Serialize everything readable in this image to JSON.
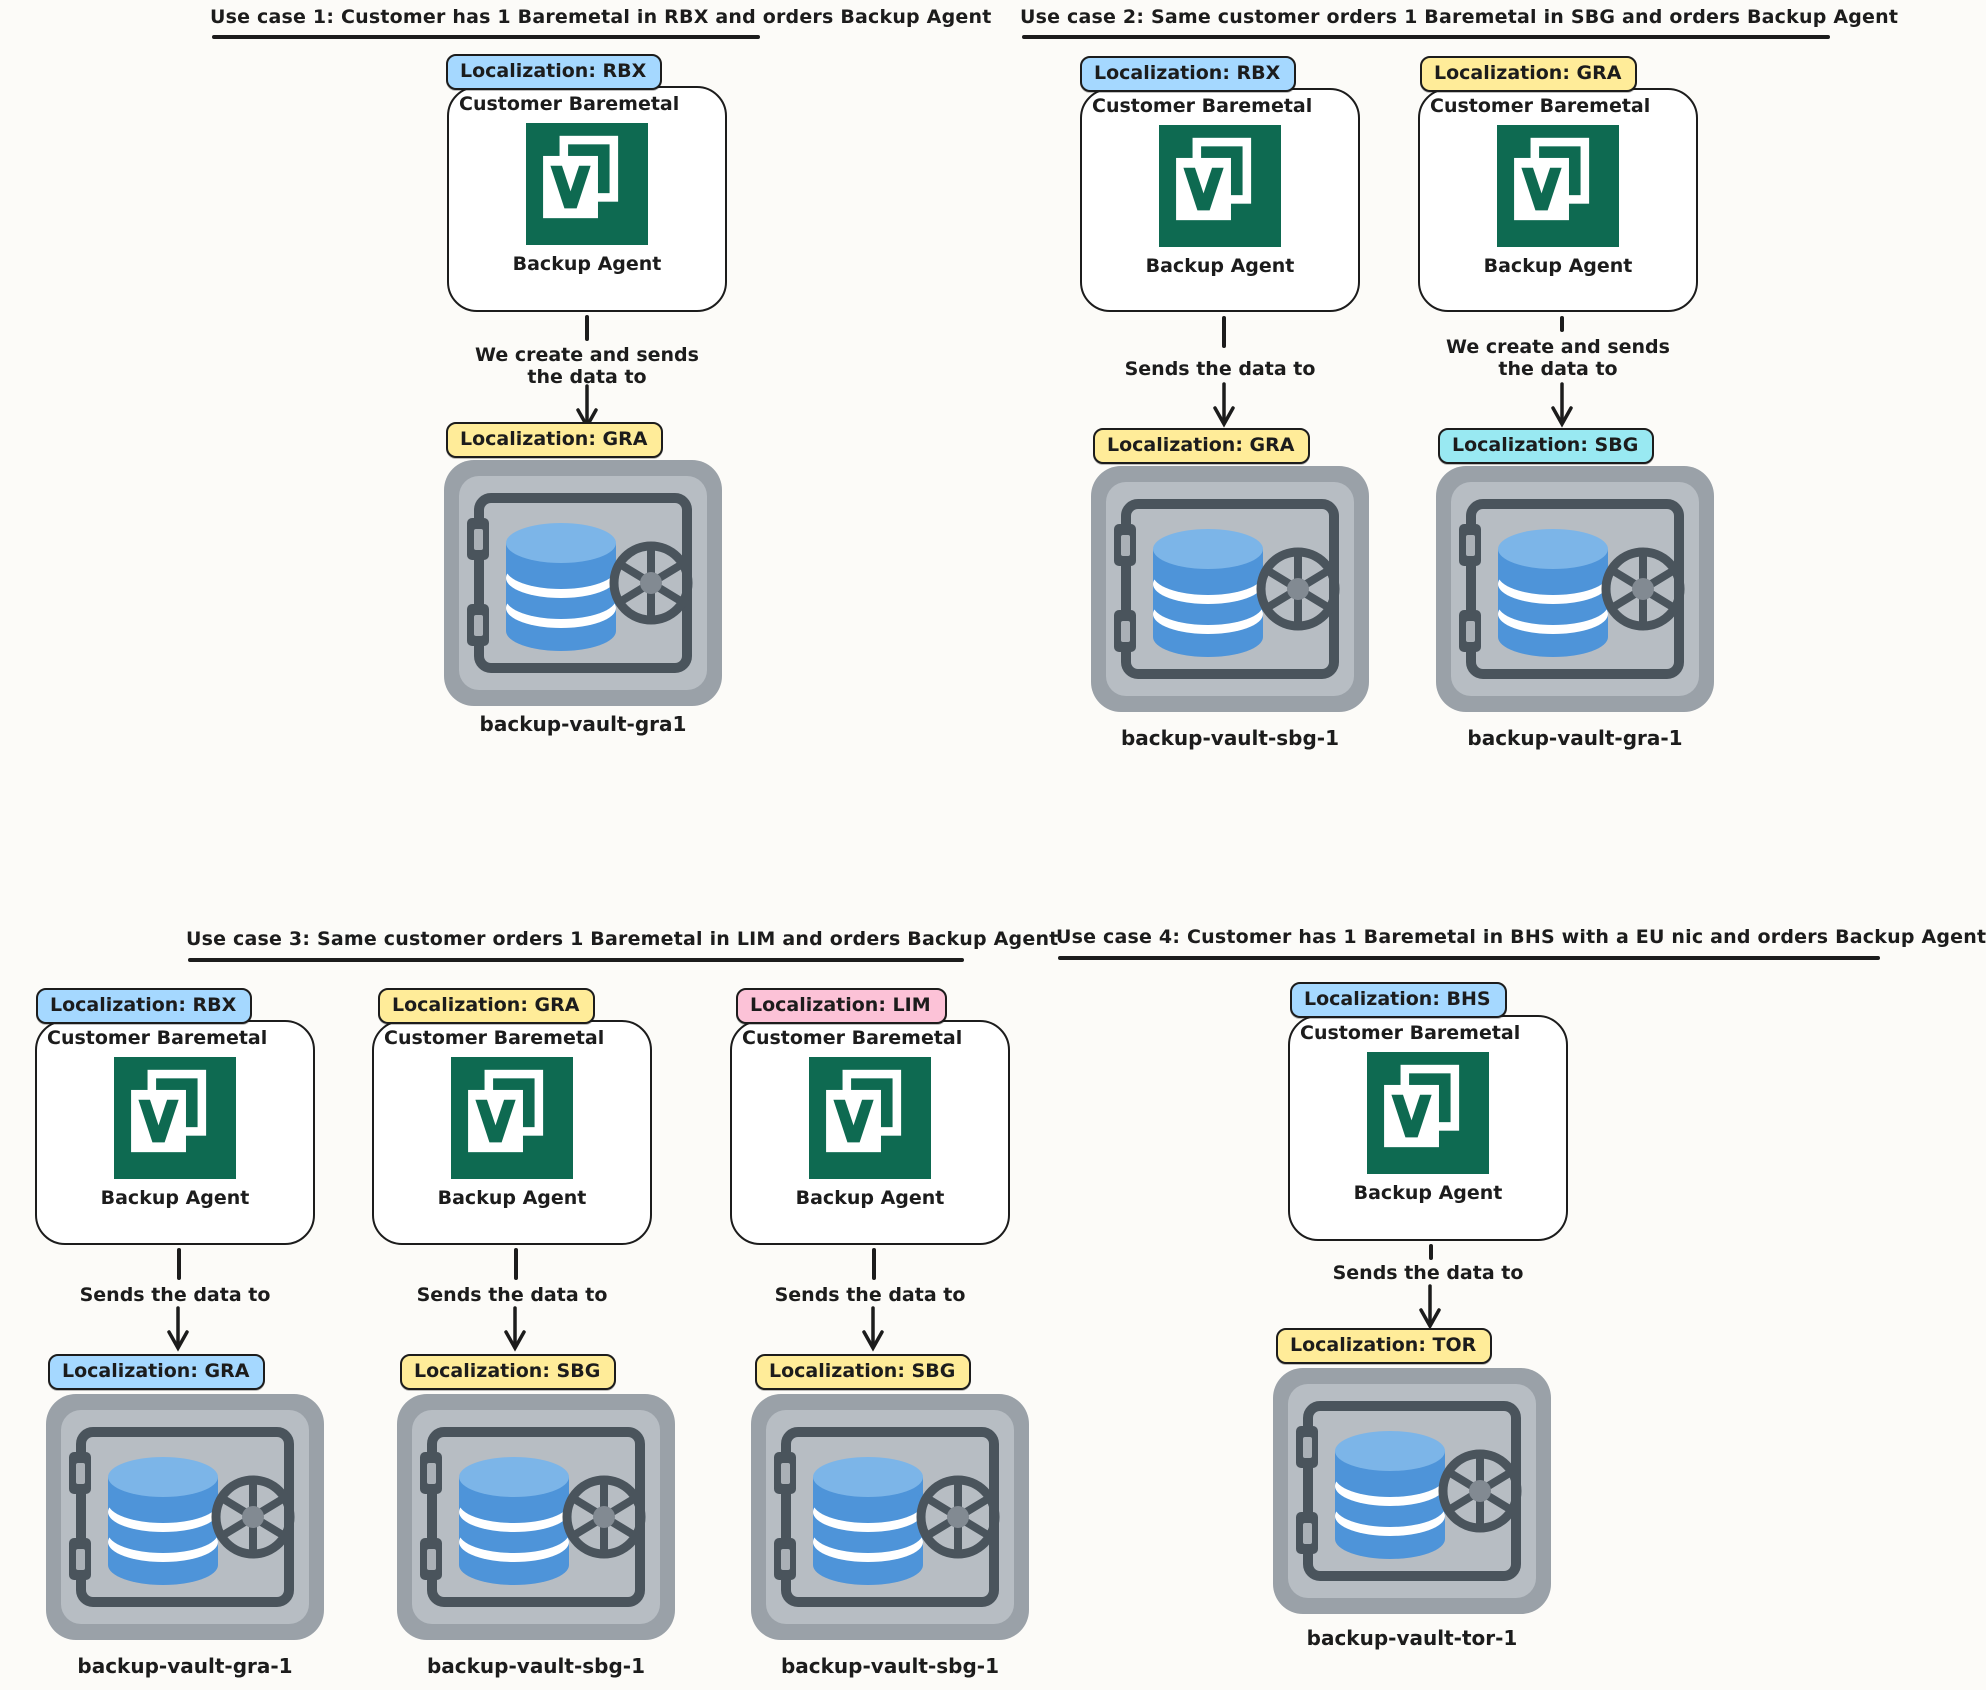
{
  "palette": {
    "ink": "#1c1c1c",
    "badge_blue": "#a5d8ff",
    "badge_yellow": "#ffec99",
    "badge_cyan": "#99e9f2",
    "badge_pink": "#fcc2d7",
    "agent_green": "#0e6a51",
    "vault_outer_gray": "#9aa1a8",
    "vault_inner_gray": "#b7bdc3",
    "vault_metal_dark": "#4a545c",
    "database_blue": "#4e94d9",
    "database_blue_light": "#7cb5e8"
  },
  "use_cases": [
    {
      "title": "Use case 1: Customer has 1 Baremetal in RBX and orders Backup Agent",
      "columns": [
        {
          "agent_badge": "Localization: RBX",
          "agent_badge_color": "#a5d8ff",
          "box_title": "Customer Baremetal",
          "agent_caption": "Backup Agent",
          "arrow_text": "We create and sends\nthe data to",
          "vault_badge": "Localization: GRA",
          "vault_badge_color": "#ffec99",
          "vault_label": "backup-vault-gra1"
        }
      ]
    },
    {
      "title": "Use case 2: Same customer orders 1 Baremetal in SBG and orders Backup Agent",
      "columns": [
        {
          "agent_badge": "Localization: RBX",
          "agent_badge_color": "#a5d8ff",
          "box_title": "Customer Baremetal",
          "agent_caption": "Backup Agent",
          "arrow_text": "Sends the data to",
          "vault_badge": "Localization: GRA",
          "vault_badge_color": "#ffec99",
          "vault_label": "backup-vault-sbg-1"
        },
        {
          "agent_badge": "Localization: GRA",
          "agent_badge_color": "#ffec99",
          "box_title": "Customer Baremetal",
          "agent_caption": "Backup Agent",
          "arrow_text": "We create and sends\nthe data to",
          "vault_badge": "Localization: SBG",
          "vault_badge_color": "#99e9f2",
          "vault_label": "backup-vault-gra-1"
        }
      ]
    },
    {
      "title": "Use case 3: Same customer orders 1 Baremetal in LIM and orders Backup Agent",
      "columns": [
        {
          "agent_badge": "Localization: RBX",
          "agent_badge_color": "#a5d8ff",
          "box_title": "Customer Baremetal",
          "agent_caption": "Backup Agent",
          "arrow_text": "Sends the data to",
          "vault_badge": "Localization: GRA",
          "vault_badge_color": "#a5d8ff",
          "vault_label": "backup-vault-gra-1"
        },
        {
          "agent_badge": "Localization: GRA",
          "agent_badge_color": "#ffec99",
          "box_title": "Customer Baremetal",
          "agent_caption": "Backup Agent",
          "arrow_text": "Sends the data to",
          "vault_badge": "Localization: SBG",
          "vault_badge_color": "#ffec99",
          "vault_label": "backup-vault-sbg-1"
        },
        {
          "agent_badge": "Localization: LIM",
          "agent_badge_color": "#fcc2d7",
          "box_title": "Customer Baremetal",
          "agent_caption": "Backup Agent",
          "arrow_text": "Sends the data to",
          "vault_badge": "Localization: SBG",
          "vault_badge_color": "#ffec99",
          "vault_label": "backup-vault-sbg-1"
        }
      ]
    },
    {
      "title": "Use case 4: Customer has 1 Baremetal in BHS with a EU nic and orders Backup Agent",
      "columns": [
        {
          "agent_badge": "Localization: BHS",
          "agent_badge_color": "#a5d8ff",
          "box_title": "Customer Baremetal",
          "agent_caption": "Backup Agent",
          "arrow_text": "Sends the data to",
          "vault_badge": "Localization: TOR",
          "vault_badge_color": "#ffec99",
          "vault_label": "backup-vault-tor-1"
        }
      ]
    }
  ]
}
